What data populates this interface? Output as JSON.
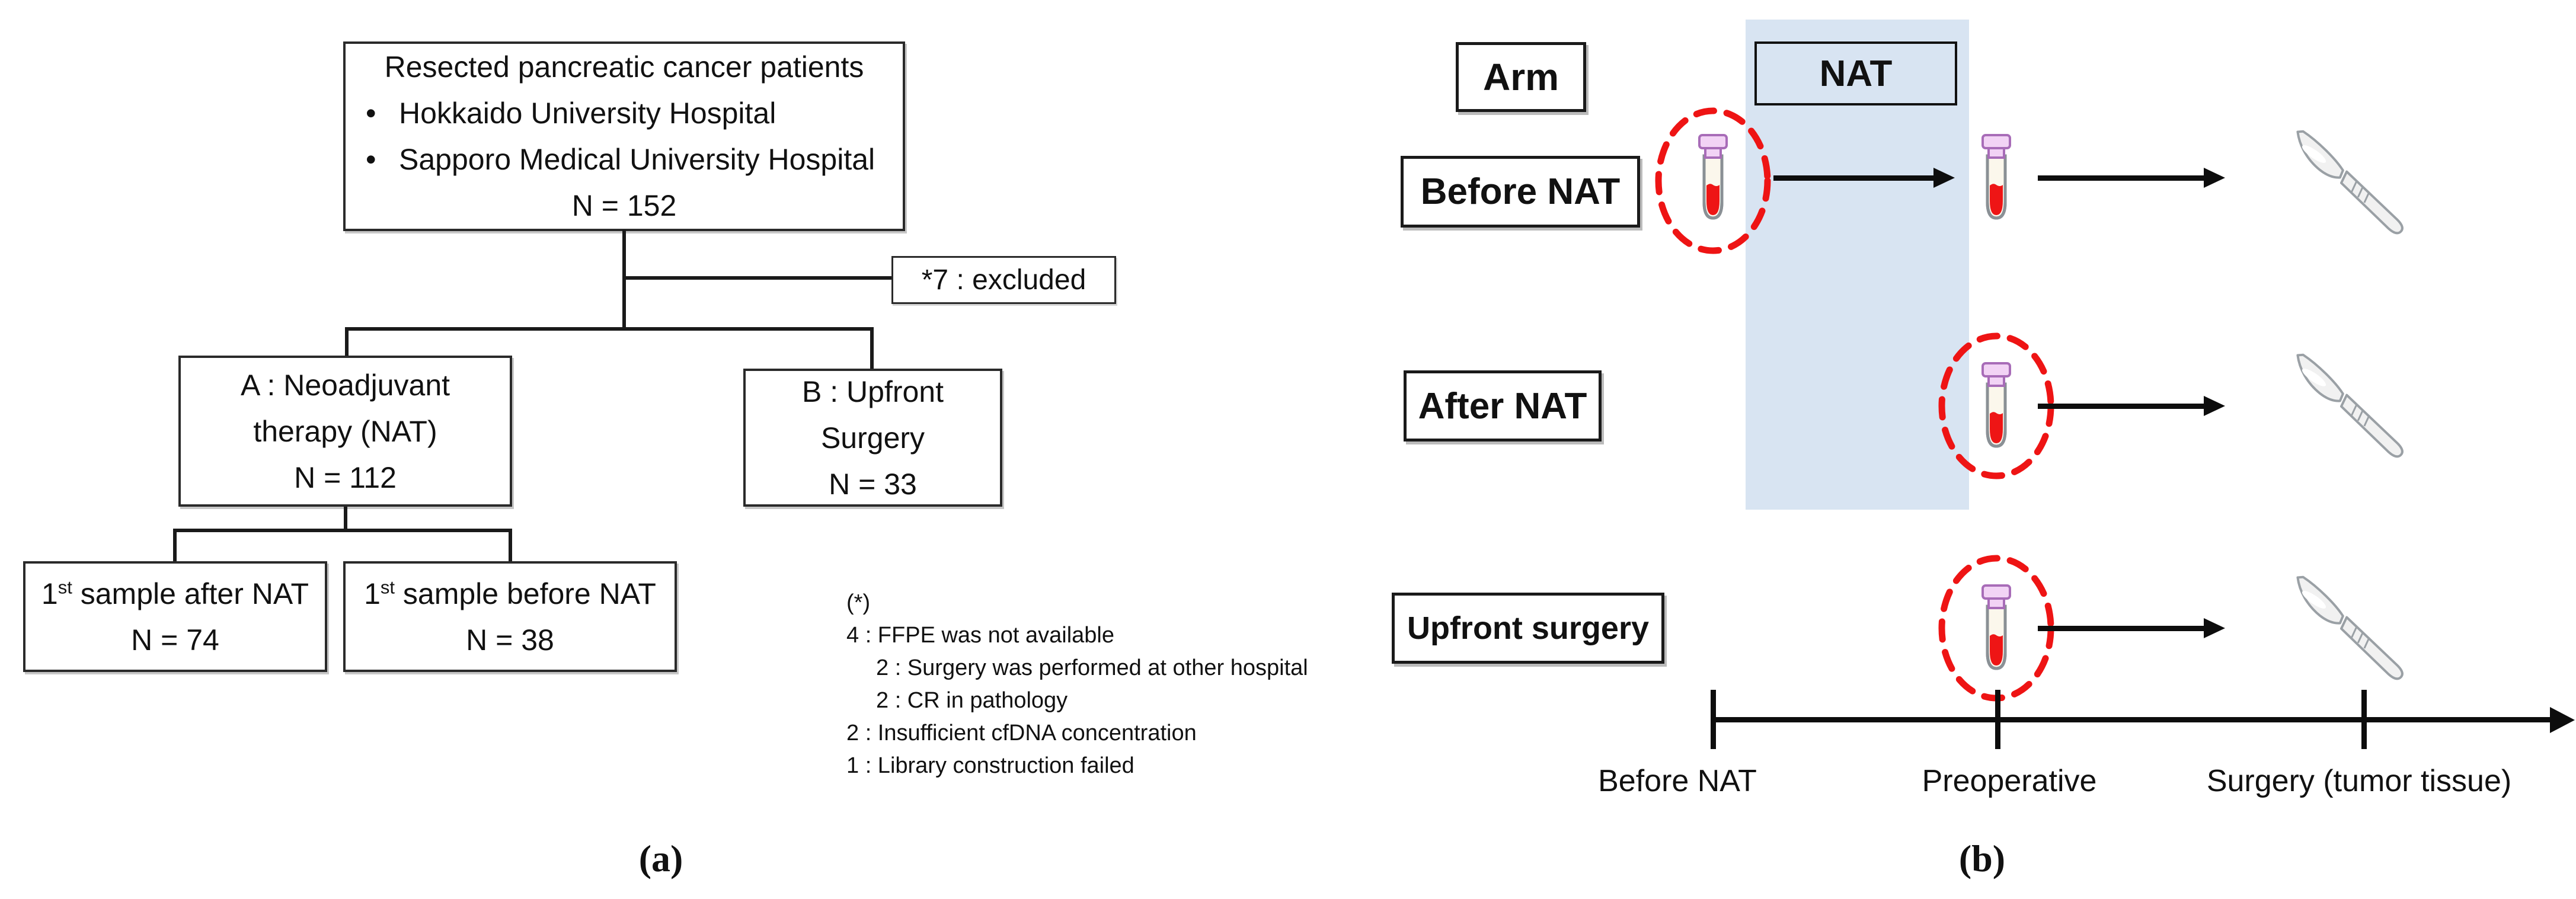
{
  "panel_a": {
    "caption": "(a)",
    "bullet_char": "•",
    "top_box": {
      "title": "Resected pancreatic cancer patients",
      "bullets": [
        "Hokkaido University Hospital",
        "Sapporo Medical University Hospital"
      ],
      "n": "N = 152"
    },
    "excluded_box": "*7 : excluded",
    "nat_arm_box": {
      "line1": "A : Neoadjuvant",
      "line2": "therapy (NAT)",
      "n": "N = 112"
    },
    "upfront_arm_box": {
      "line1": "B : Upfront",
      "line2": "Surgery",
      "n": "N = 33"
    },
    "sample_after_box": {
      "num": "1",
      "sup": "st",
      "rest": " sample after NAT",
      "n": "N = 74"
    },
    "sample_before_box": {
      "num": "1",
      "sup": "st",
      "rest": " sample before NAT",
      "n": "N = 38"
    },
    "footnote": {
      "header": "(*)",
      "items": [
        {
          "text": "4 : FFPE was not available"
        },
        {
          "text": "2 : Surgery was performed at other hospital"
        },
        {
          "text": "2 : CR in pathology"
        },
        {
          "text": "2 : Insufficient cfDNA concentration"
        },
        {
          "text": "1 : Library construction failed"
        }
      ]
    }
  },
  "panel_b": {
    "caption": "(b)",
    "arm_header": "Arm",
    "nat_label": "NAT",
    "rows": [
      {
        "label": "Before NAT"
      },
      {
        "label": "After NAT"
      },
      {
        "label": "Upfront surgery"
      }
    ],
    "timeline": {
      "ticks": [
        "Before NAT",
        "Preoperative",
        "Surgery (tumor tissue)"
      ]
    },
    "icons": {
      "tube": "blood-collection-tube",
      "scalpel": "surgical-scalpel",
      "highlight": "red-dashed-circle"
    },
    "colors": {
      "nat_band_blue": "#d8e4f2",
      "highlight_red": "#ee1414",
      "blood_red": "#ee1515",
      "tube_cap_pink": "#f2d3f5",
      "tube_cap_border": "#a86cb8",
      "tube_body_cream": "#fbf7ec",
      "scalpel_gray": "#f1f1f1"
    }
  }
}
